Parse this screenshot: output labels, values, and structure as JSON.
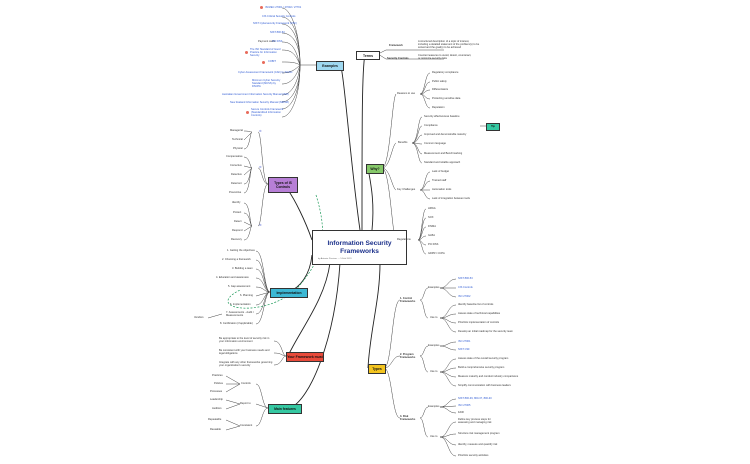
{
  "central": {
    "title": "Information Security Frameworks",
    "caption": "by Antonio Prusiner — 5 Feb 2019"
  },
  "examples": {
    "label": "Examples",
    "items": [
      "ISO/IEC 27001 / 27002 / 27701",
      "CIS Critical Security Controls",
      "NIST Cybersecurity Framework (CSF)",
      "NIST 800-53",
      "Payment cards",
      "PCI DSS",
      "The ISF Standard of Good Practice for Information Security",
      "COBIT",
      "Cyber Assessment Framework (CAF) by NCSC",
      "Minimum Cyber Security Standard (MCSS) by DSCPA",
      "Australian Government Information Security Manual (ISM)",
      "New Zealand Information Security Manual (NZISM)",
      "Secure Controls Framework (Standardized Information Controls)"
    ]
  },
  "terms": {
    "label": "Terms",
    "framework_label": "Framework",
    "framework_text": "A structured description of a topic of interest, including a detailed statement of the problem(s) to be solved and the goal(s) to be achieved",
    "controls_label": "Security Controls",
    "controls_text": "Countermeasures to avoid, detect, counteract, or minimize security risks"
  },
  "why": {
    "label": "Why?",
    "reasons_label": "Reasons to use",
    "reasons": [
      "Regulatory compliance",
      "Public safety",
      "Differentiators",
      "Protecting sensitive data",
      "Reputation"
    ],
    "benefits_label": "Benefits",
    "benefits": [
      "Security effectiveness baseline",
      "Compliance",
      "Improved and demonstrable maturity",
      "Common language",
      "Measurement and Benchmarking",
      "Standard and reliable approach"
    ],
    "tip": "Tip",
    "challenges_label": "Key Challenges",
    "challenges": [
      "Lack of budget",
      "Trained staff",
      "Automation tools",
      "Lack of integration between tools"
    ],
    "regulations_label": "Regulations",
    "regulations": [
      "HIPAA",
      "SOX",
      "FISMA",
      "GLBA",
      "PCI DSS",
      "GDPR / CCPA"
    ]
  },
  "types_controls": {
    "label": "Types of IS Controls",
    "groups": [
      "Managerial",
      "Technical",
      "Physical",
      "Compensative",
      "Corrective",
      "Detective",
      "Deterrent",
      "Preventive",
      "Identify",
      "Protect",
      "Detect",
      "Respond",
      "Recovery"
    ]
  },
  "implementation": {
    "label": "Implementation",
    "steps": [
      "1. Getting the objectives",
      "2. Choosing a framework",
      "3. Building a team",
      "4. Education and awareness",
      "5. Gap assessment",
      "6. Planning",
      "6. Implementation",
      "7. Assessments - Audit / Measurements",
      "8. Certification (if applicable)"
    ],
    "side": "Vendors"
  },
  "your_framework": {
    "label": "Your Framework must",
    "items": [
      "Be appropriate to the level of security risk in your information environment",
      "Be consistent with your business needs and legal obligations",
      "Integrate with any other frameworks governing your organization's security"
    ]
  },
  "main_features": {
    "label": "Main features",
    "left": [
      "Practices",
      "Policies",
      "Processes",
      "Leadership",
      "Auditors",
      "Repeatable",
      "Reusable"
    ],
    "mid": [
      "Controls",
      "Report to",
      "Consistent"
    ]
  },
  "types": {
    "label": "Types",
    "control": {
      "label": "1. Control Frameworks",
      "examples_label": "Examples",
      "examples": [
        "NIST 800-53",
        "CIS Controls",
        "ISO 27002"
      ],
      "use_label": "Use to",
      "uses": [
        "Identify baseline list of controls",
        "Assess state of technical capabilities",
        "Prioritize implementation of controls",
        "Develop an initial roadmap for the security team"
      ]
    },
    "program": {
      "label": "2. Program Frameworks",
      "examples_label": "Examples",
      "examples": [
        "ISO 27001",
        "NIST CSF"
      ],
      "use_label": "Use to",
      "uses": [
        "Assess state of the overall security program",
        "Build a comprehensive security program",
        "Measure maturity and conduct industry comparisons",
        "Simplify communication with business leaders"
      ]
    },
    "risk": {
      "label": "3. Risk Frameworks",
      "examples_label": "Examples",
      "examples": [
        "NIST 800-39, 800-37, 800-30",
        "ISO 27005",
        "FAIR"
      ],
      "use_label": "Use to",
      "uses": [
        "Define key process steps for assessing and managing risk",
        "Structure risk management program",
        "Identify, measure and quantify risk",
        "Prioritize security activities"
      ]
    }
  },
  "colors": {
    "examples": "#9fd8f0",
    "terms": "#ffffff",
    "why": "#86c86a",
    "types_controls": "#b77fd6",
    "implementation": "#3db8d4",
    "your_framework": "#e84a3a",
    "main_features": "#35c8a2",
    "types": "#f3c41f",
    "tip": "#35c8a2",
    "link": "#2f5bd3"
  }
}
